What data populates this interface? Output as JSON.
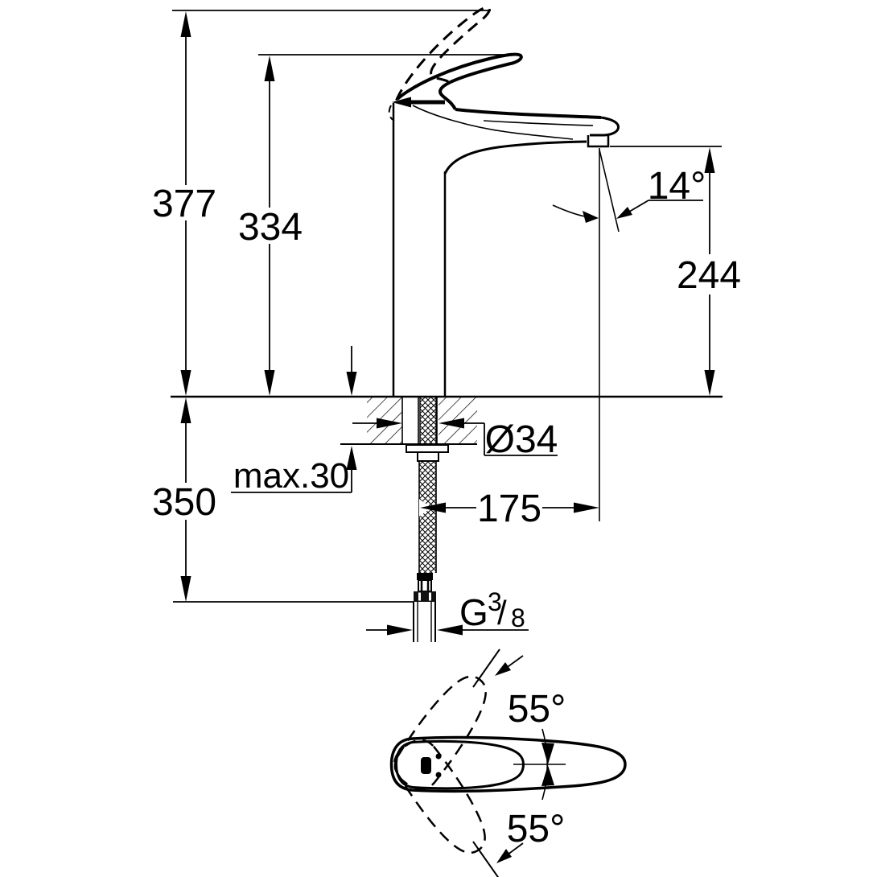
{
  "drawing": {
    "type": "technical-dimension-drawing",
    "views": [
      "side-elevation",
      "top-plan"
    ],
    "colors": {
      "line": "#000000",
      "background": "#ffffff"
    }
  },
  "side_view": {
    "overall_height": "377",
    "handle_height": "334",
    "spout_outlet_height": "244",
    "stream_angle": "14°",
    "spout_reach": "175",
    "hole_diameter": "Ø34",
    "max_deck_thickness": "max.30",
    "hose_length": "350",
    "thread": {
      "prefix": "G",
      "numerator": "3",
      "slash": "/",
      "denominator": "8"
    }
  },
  "top_view": {
    "swivel_angle_upper": "55°",
    "swivel_angle_lower": "55°"
  }
}
